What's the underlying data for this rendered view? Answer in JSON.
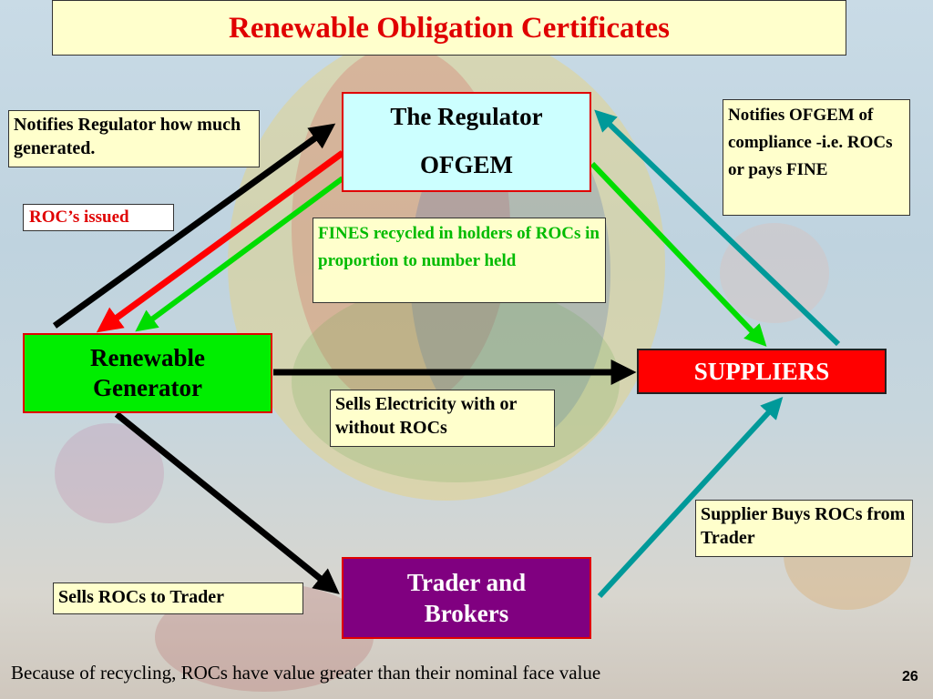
{
  "title": "Renewable Obligation Certificates",
  "nodes": {
    "regulator": {
      "line1": "The Regulator",
      "line2": "OFGEM"
    },
    "generator": {
      "line1": "Renewable",
      "line2": "Generator"
    },
    "suppliers": {
      "label": "SUPPLIERS"
    },
    "trader": {
      "line1": "Trader and",
      "line2": "Brokers"
    }
  },
  "notes": {
    "notifies_regulator": "Notifies Regulator how much generated.",
    "roc_issued": "ROC’s issued",
    "fines_recycled": "FINES recycled in holders of ROCs in proportion to number held",
    "notifies_ofgem": "Notifies OFGEM of compliance -i.e. ROCs or pays FINE",
    "sells_electricity": "Sells Electricity with or without ROCs",
    "supplier_buys": "Supplier Buys ROCs from Trader",
    "sells_rocs": "Sells ROCs to Trader"
  },
  "footer": "Because of recycling,  ROCs have value greater than their nominal face value",
  "page_number": "26",
  "colors": {
    "title_text": "#e00000",
    "note_fill": "#ffffcc",
    "regulator_fill": "#ccffff",
    "generator_fill": "#00ee00",
    "suppliers_fill": "#ff0000",
    "trader_fill": "#800080",
    "arrow_black": "#000000",
    "arrow_red": "#ff0000",
    "arrow_green": "#00dd00",
    "arrow_teal": "#009999"
  }
}
